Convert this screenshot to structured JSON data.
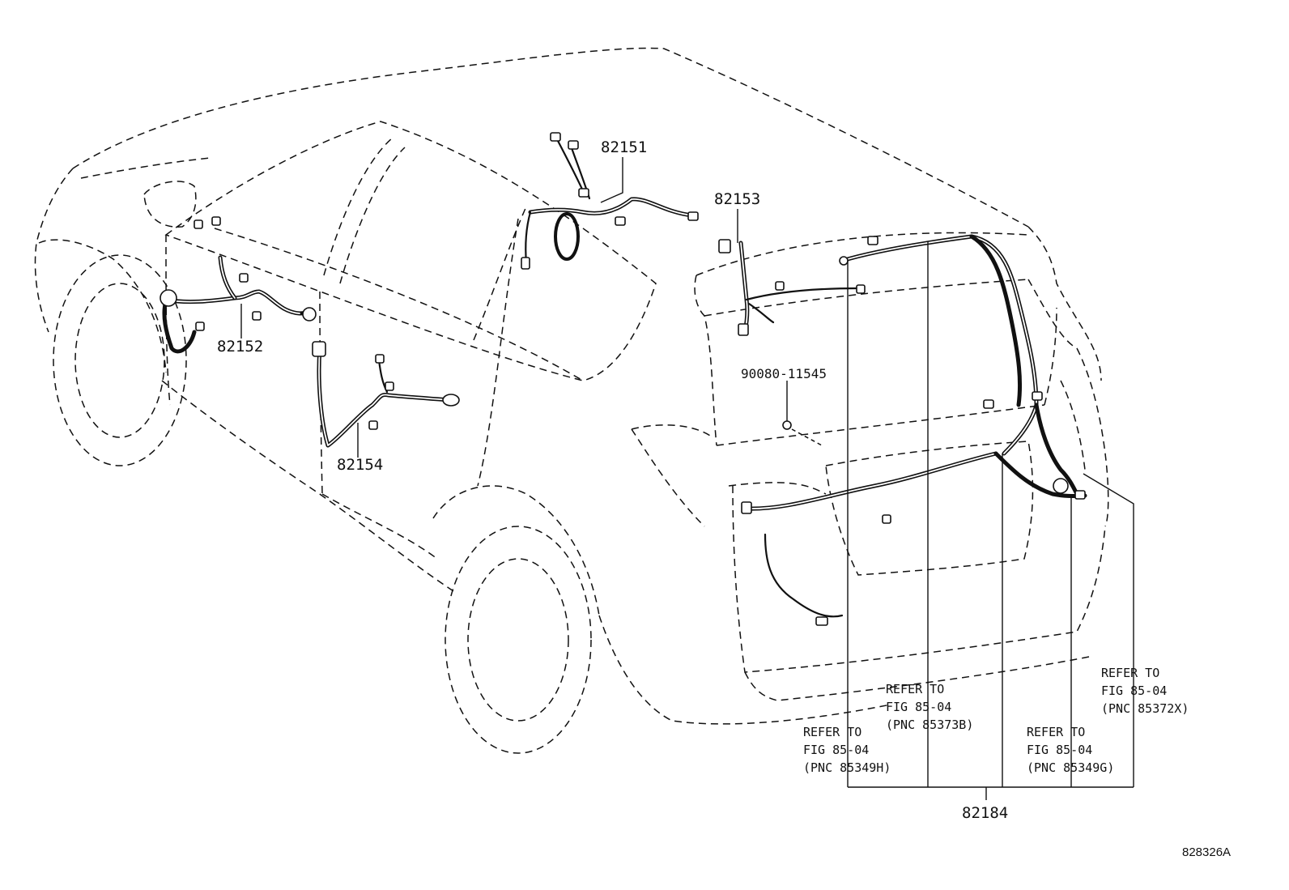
{
  "diagram": {
    "part_numbers": {
      "p82151": "82151",
      "p82152": "82152",
      "p82153": "82153",
      "p82154": "82154",
      "p82184": "82184",
      "p90080": "90080-11545"
    },
    "references": [
      {
        "line1": "REFER TO",
        "line2": "FIG 85-04",
        "line3": "(PNC 85349H)"
      },
      {
        "line1": "REFER TO",
        "line2": "FIG 85-04",
        "line3": "(PNC 85373B)"
      },
      {
        "line1": "REFER TO",
        "line2": "FIG 85-04",
        "line3": "(PNC 85349G)"
      },
      {
        "line1": "REFER TO",
        "line2": "FIG 85-04",
        "line3": "(PNC 85372X)"
      }
    ],
    "figure_id": "828326A"
  }
}
